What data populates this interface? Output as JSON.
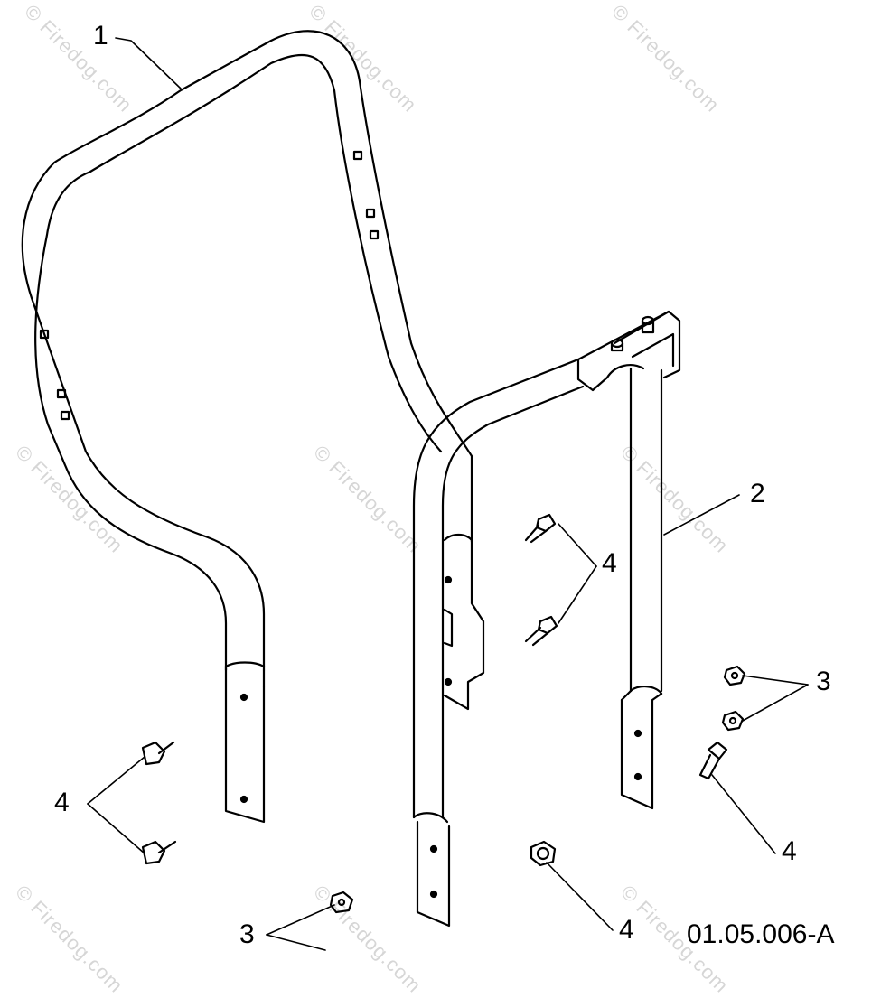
{
  "watermark": "© Firedog.com",
  "callouts": {
    "part1": "1",
    "part2": "2",
    "bolt_upper_center": "4",
    "nut_right": "3",
    "bolt_right_lower": "4",
    "bolt_left": "4",
    "nut_bottom": "3",
    "nut_bottom_center": "4"
  },
  "reference_code": "01.05.006-A"
}
